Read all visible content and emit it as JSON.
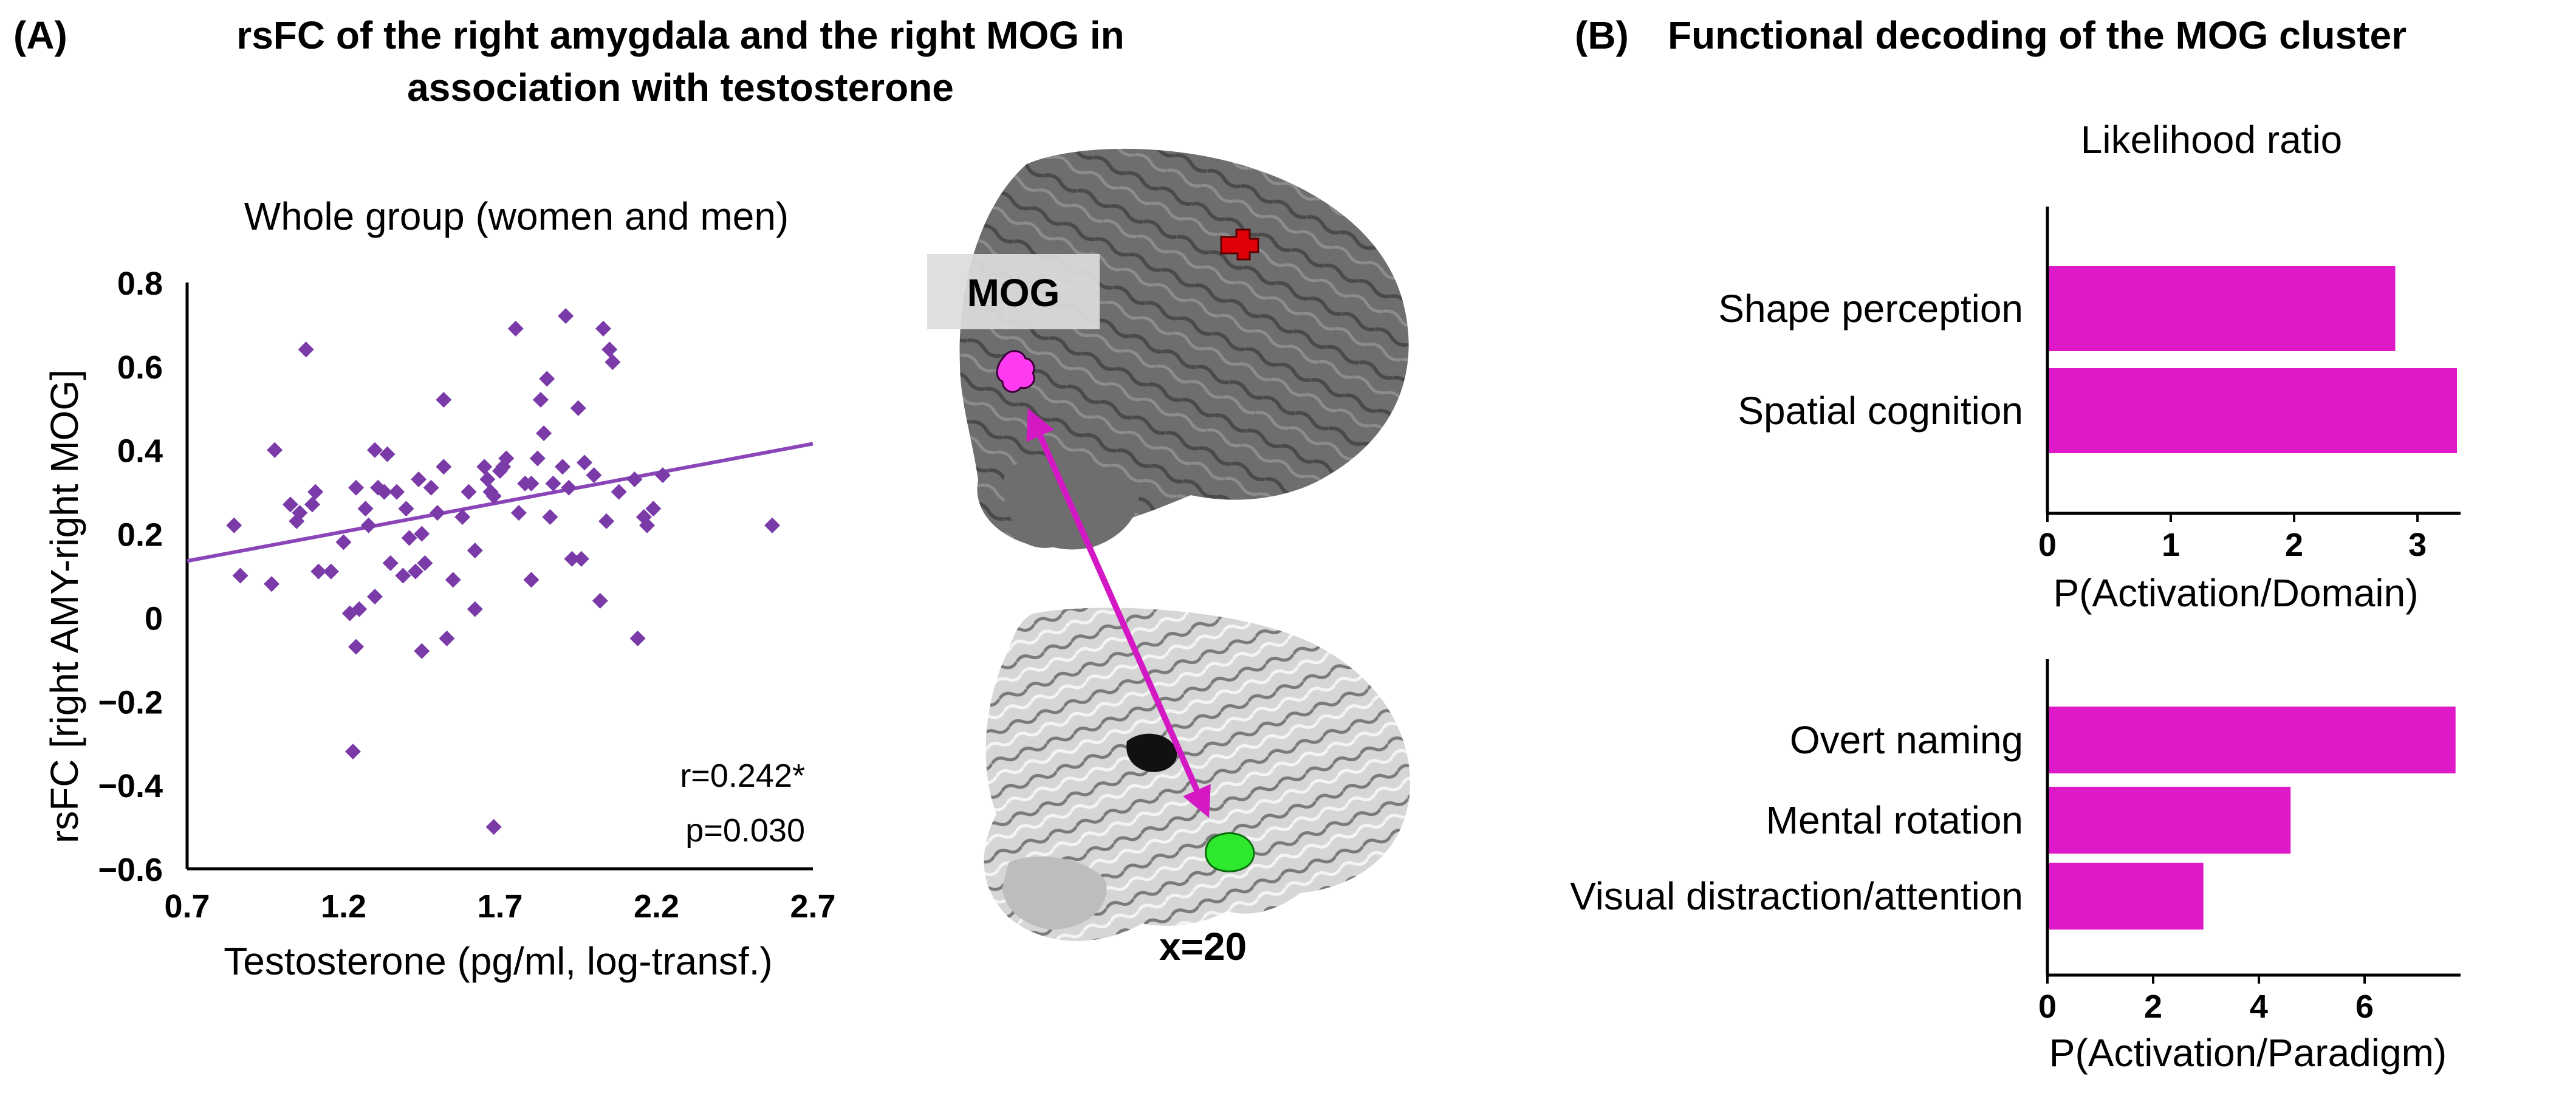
{
  "colors": {
    "scatter": "#7a3aa8",
    "fitline": "#8a45b8",
    "bars": "#dd19c8",
    "arrow": "#d318c4",
    "mog_region": "#ff3af0",
    "seed_region": "#e0000a",
    "amygdala_region": "#2ee82e",
    "brain_surface": "#6e6e6e"
  },
  "panel_a": {
    "label": "(A)",
    "title_line1": "rsFC of the right amygdala and the right MOG in",
    "title_line2": "association with testosterone",
    "mog_label": "MOG",
    "slice_label": "x=20"
  },
  "panel_b": {
    "label": "(B)",
    "title": "Functional decoding of the MOG cluster",
    "subtitle": "Likelihood ratio"
  },
  "chart_data": [
    {
      "type": "scatter",
      "title": "Whole group (women and men)",
      "xlabel": "Testosterone (pg/ml, log-transf.)",
      "ylabel": "rsFC [right AMY-right MOG]",
      "xlim": [
        0.7,
        2.7
      ],
      "ylim": [
        -0.6,
        0.8
      ],
      "xticks": [
        "0.7",
        "1.2",
        "1.7",
        "2.2",
        "2.7"
      ],
      "yticks": [
        "0.8",
        "0.6",
        "0.4",
        "0.2",
        "0",
        "−0.2",
        "−0.4",
        "−0.6"
      ],
      "grid": false,
      "annotation_r": "r=0.242*",
      "annotation_p": "p=0.030",
      "fit_line": {
        "x": [
          0.7,
          2.7
        ],
        "y": [
          0.135,
          0.415
        ]
      },
      "points": [
        [
          0.85,
          0.22
        ],
        [
          0.87,
          0.1
        ],
        [
          0.97,
          0.08
        ],
        [
          0.98,
          0.4
        ],
        [
          1.03,
          0.27
        ],
        [
          1.05,
          0.23
        ],
        [
          1.06,
          0.25
        ],
        [
          1.08,
          0.64
        ],
        [
          1.1,
          0.27
        ],
        [
          1.11,
          0.3
        ],
        [
          1.12,
          0.11
        ],
        [
          1.16,
          0.11
        ],
        [
          1.2,
          0.18
        ],
        [
          1.22,
          0.01
        ],
        [
          1.24,
          0.31
        ],
        [
          1.25,
          0.02
        ],
        [
          1.24,
          -0.07
        ],
        [
          1.23,
          -0.32
        ],
        [
          1.27,
          0.26
        ],
        [
          1.28,
          0.22
        ],
        [
          1.3,
          0.4
        ],
        [
          1.3,
          0.05
        ],
        [
          1.31,
          0.31
        ],
        [
          1.33,
          0.3
        ],
        [
          1.34,
          0.39
        ],
        [
          1.35,
          0.13
        ],
        [
          1.37,
          0.3
        ],
        [
          1.39,
          0.1
        ],
        [
          1.4,
          0.26
        ],
        [
          1.41,
          0.19
        ],
        [
          1.43,
          0.11
        ],
        [
          1.44,
          0.33
        ],
        [
          1.45,
          0.2
        ],
        [
          1.45,
          -0.08
        ],
        [
          1.46,
          0.13
        ],
        [
          1.48,
          0.31
        ],
        [
          1.5,
          0.25
        ],
        [
          1.52,
          0.36
        ],
        [
          1.52,
          0.52
        ],
        [
          1.53,
          -0.05
        ],
        [
          1.55,
          0.09
        ],
        [
          1.58,
          0.24
        ],
        [
          1.6,
          0.3
        ],
        [
          1.62,
          0.16
        ],
        [
          1.62,
          0.02
        ],
        [
          1.65,
          0.36
        ],
        [
          1.66,
          0.33
        ],
        [
          1.67,
          0.3
        ],
        [
          1.68,
          0.29
        ],
        [
          1.7,
          0.35
        ],
        [
          1.71,
          0.36
        ],
        [
          1.68,
          -0.5
        ],
        [
          1.72,
          0.38
        ],
        [
          1.75,
          0.69
        ],
        [
          1.76,
          0.25
        ],
        [
          1.78,
          0.32
        ],
        [
          1.8,
          0.32
        ],
        [
          1.8,
          0.09
        ],
        [
          1.82,
          0.38
        ],
        [
          1.83,
          0.52
        ],
        [
          1.84,
          0.44
        ],
        [
          1.85,
          0.57
        ],
        [
          1.86,
          0.24
        ],
        [
          1.87,
          0.32
        ],
        [
          1.9,
          0.36
        ],
        [
          1.91,
          0.72
        ],
        [
          1.92,
          0.31
        ],
        [
          1.93,
          0.14
        ],
        [
          1.95,
          0.5
        ],
        [
          1.96,
          0.14
        ],
        [
          1.97,
          0.37
        ],
        [
          2.0,
          0.34
        ],
        [
          2.02,
          0.04
        ],
        [
          2.03,
          0.69
        ],
        [
          2.04,
          0.23
        ],
        [
          2.05,
          0.64
        ],
        [
          2.06,
          0.61
        ],
        [
          2.08,
          0.3
        ],
        [
          2.13,
          0.33
        ],
        [
          2.14,
          -0.05
        ],
        [
          2.16,
          0.24
        ],
        [
          2.17,
          0.22
        ],
        [
          2.19,
          0.26
        ],
        [
          2.22,
          0.34
        ],
        [
          2.57,
          0.22
        ]
      ]
    },
    {
      "type": "bar",
      "orientation": "horizontal",
      "xlabel": "P(Activation/Domain)",
      "xlim": [
        0,
        3.3
      ],
      "xticks": [
        "0",
        "1",
        "2",
        "3"
      ],
      "categories": [
        "Shape perception",
        "Spatial cognition"
      ],
      "values": [
        2.82,
        3.32
      ]
    },
    {
      "type": "bar",
      "orientation": "horizontal",
      "xlabel": "P(Activation/Paradigm)",
      "xlim": [
        0,
        7.7
      ],
      "xticks": [
        "0",
        "2",
        "4",
        "6"
      ],
      "categories": [
        "Overt naming",
        "Mental rotation",
        "Visual distraction/attention"
      ],
      "values": [
        7.72,
        4.6,
        2.95
      ]
    }
  ]
}
